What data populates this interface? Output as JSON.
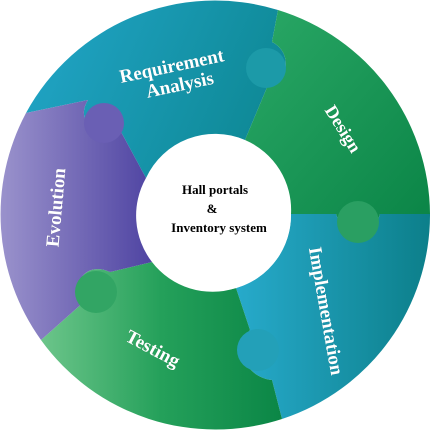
{
  "center": {
    "line1": "Hall portals",
    "line2": "&",
    "line3": "Inventory system"
  },
  "segments": [
    {
      "id": "requirement",
      "label_line1": "Requirement",
      "label_line2": "Analysis",
      "color_start": "#1b9cbf",
      "color_end": "#0f8e9c"
    },
    {
      "id": "design",
      "label": "Design",
      "color_start": "#22a15c",
      "color_end": "#0c8a4a"
    },
    {
      "id": "implementation",
      "label": "Implementation",
      "color_start": "#1aa3c7",
      "color_end": "#0c8793"
    },
    {
      "id": "testing",
      "label": "Testing",
      "color_start": "#3cb36a",
      "color_end": "#0b8a48"
    },
    {
      "id": "evolution",
      "label": "Evolution",
      "color_start": "#8a80c4",
      "color_end": "#5548a6"
    }
  ]
}
